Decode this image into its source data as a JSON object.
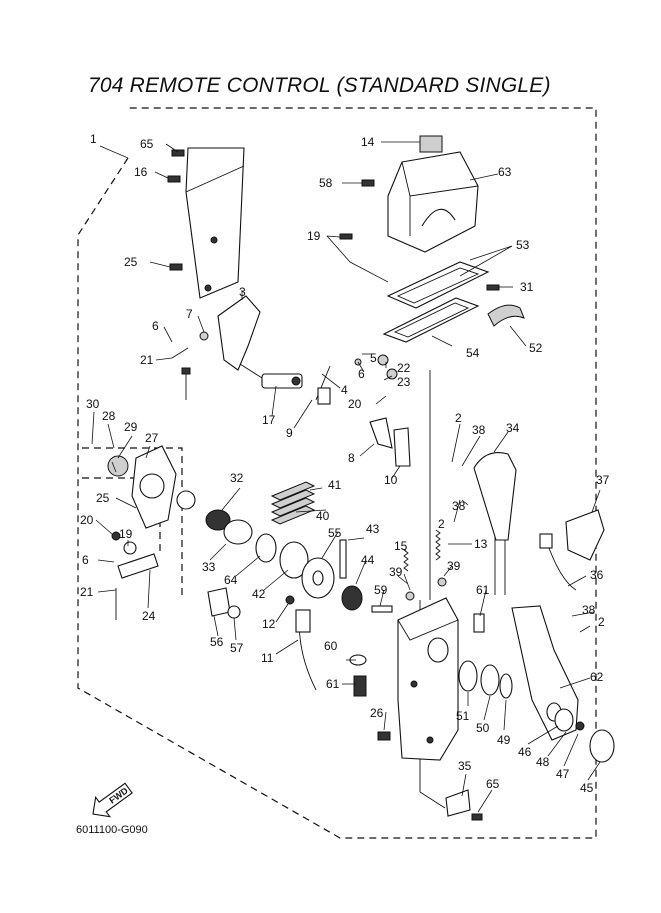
{
  "title": "704 REMOTE CONTROL (STANDARD SINGLE)",
  "drawing_code": "6011100-G090",
  "fwd_label": "FWD",
  "part_labels": [
    "1",
    "2",
    "3",
    "4",
    "5",
    "6",
    "7",
    "8",
    "9",
    "10",
    "11",
    "12",
    "13",
    "14",
    "15",
    "16",
    "17",
    "19",
    "20",
    "21",
    "22",
    "23",
    "24",
    "25",
    "26",
    "27",
    "28",
    "29",
    "30",
    "31",
    "32",
    "33",
    "34",
    "35",
    "36",
    "37",
    "38",
    "39",
    "40",
    "41",
    "42",
    "43",
    "44",
    "45",
    "46",
    "47",
    "48",
    "49",
    "50",
    "51",
    "52",
    "53",
    "54",
    "55",
    "56",
    "57",
    "58",
    "59",
    "60",
    "61",
    "62",
    "63",
    "64",
    "65"
  ]
}
